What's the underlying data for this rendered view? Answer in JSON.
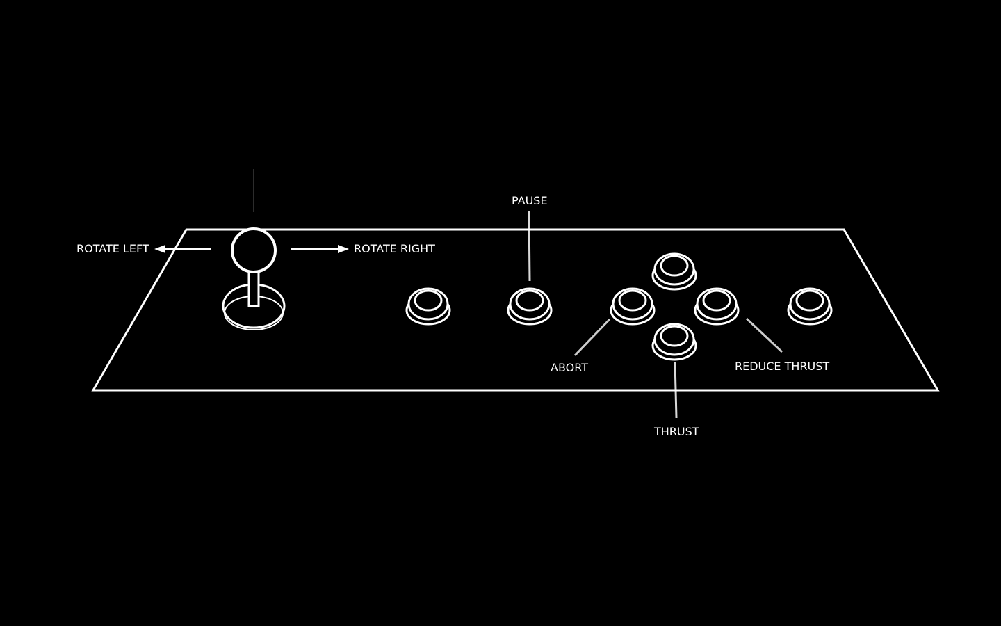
{
  "colors": {
    "background": "#000000",
    "stroke": "#ffffff",
    "text": "#ffffff"
  },
  "labels": {
    "rotate_left": "ROTATE LEFT",
    "rotate_right": "ROTATE RIGHT",
    "pause": "PAUSE",
    "abort": "ABORT",
    "thrust": "THRUST",
    "reduce_thrust": "REDUCE THRUST"
  },
  "icons": {
    "joystick": "joystick-icon",
    "button": "arcade-button-icon",
    "arrow_left": "arrow-left-icon",
    "arrow_right": "arrow-right-icon"
  }
}
